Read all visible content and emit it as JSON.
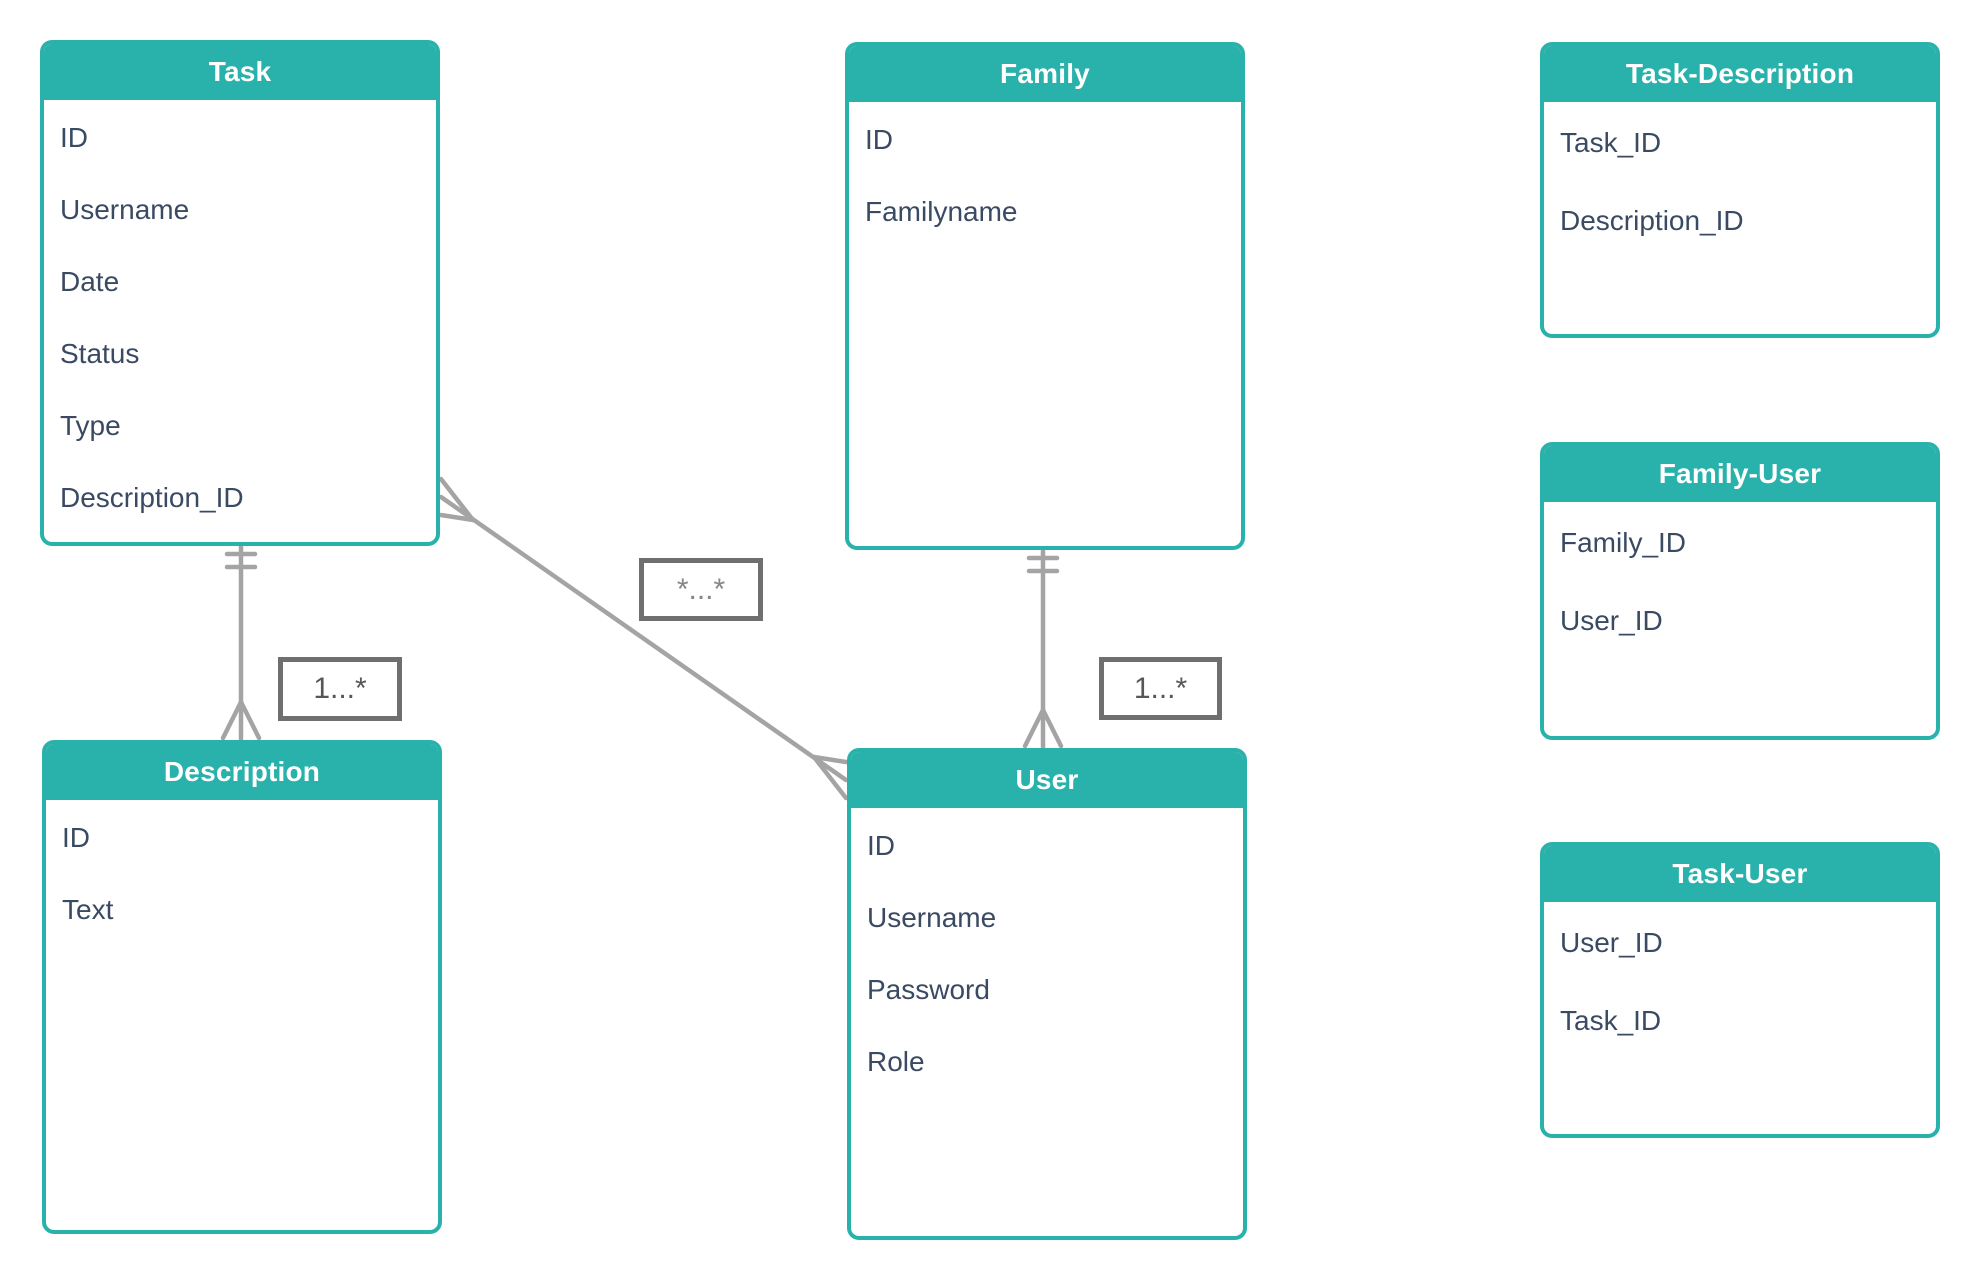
{
  "diagram": {
    "entities": [
      {
        "key": "task",
        "title": "Task",
        "fields": [
          "ID",
          "Username",
          "Date",
          "Status",
          "Type",
          "Description_ID"
        ]
      },
      {
        "key": "family",
        "title": "Family",
        "fields": [
          "ID",
          "Familyname"
        ]
      },
      {
        "key": "task-description",
        "title": "Task-Description",
        "fields": [
          "Task_ID",
          "Description_ID"
        ]
      },
      {
        "key": "family-user",
        "title": "Family-User",
        "fields": [
          "Family_ID",
          "User_ID"
        ]
      },
      {
        "key": "description",
        "title": "Description",
        "fields": [
          "ID",
          "Text"
        ]
      },
      {
        "key": "user",
        "title": "User",
        "fields": [
          "ID",
          "Username",
          "Password",
          "Role"
        ]
      },
      {
        "key": "task-user",
        "title": "Task-User",
        "fields": [
          "User_ID",
          "Task_ID"
        ]
      }
    ],
    "relationships": [
      {
        "from": "Task",
        "to": "Description",
        "from_end": "exactly-one (double bar)",
        "to_end": "many (crow's foot)",
        "label": "1...*"
      },
      {
        "from": "Family",
        "to": "User",
        "from_end": "exactly-one (double bar)",
        "to_end": "many (crow's foot)",
        "label": "1...*"
      },
      {
        "from": "Task",
        "to": "User",
        "from_end": "many (crow's foot)",
        "to_end": "many (crow's foot)",
        "label": "*...*"
      }
    ],
    "labels": [
      {
        "text": "1...*"
      },
      {
        "text": "1...*"
      },
      {
        "text": "*...*"
      }
    ],
    "colors": {
      "entity_accent": "#29b2ab",
      "entity_header_text": "#ffffff",
      "field_text": "#3a4a63",
      "connector": "#a4a4a4",
      "label_border": "#6f6f6f",
      "label_text": "#575757",
      "background": "#ffffff"
    }
  }
}
